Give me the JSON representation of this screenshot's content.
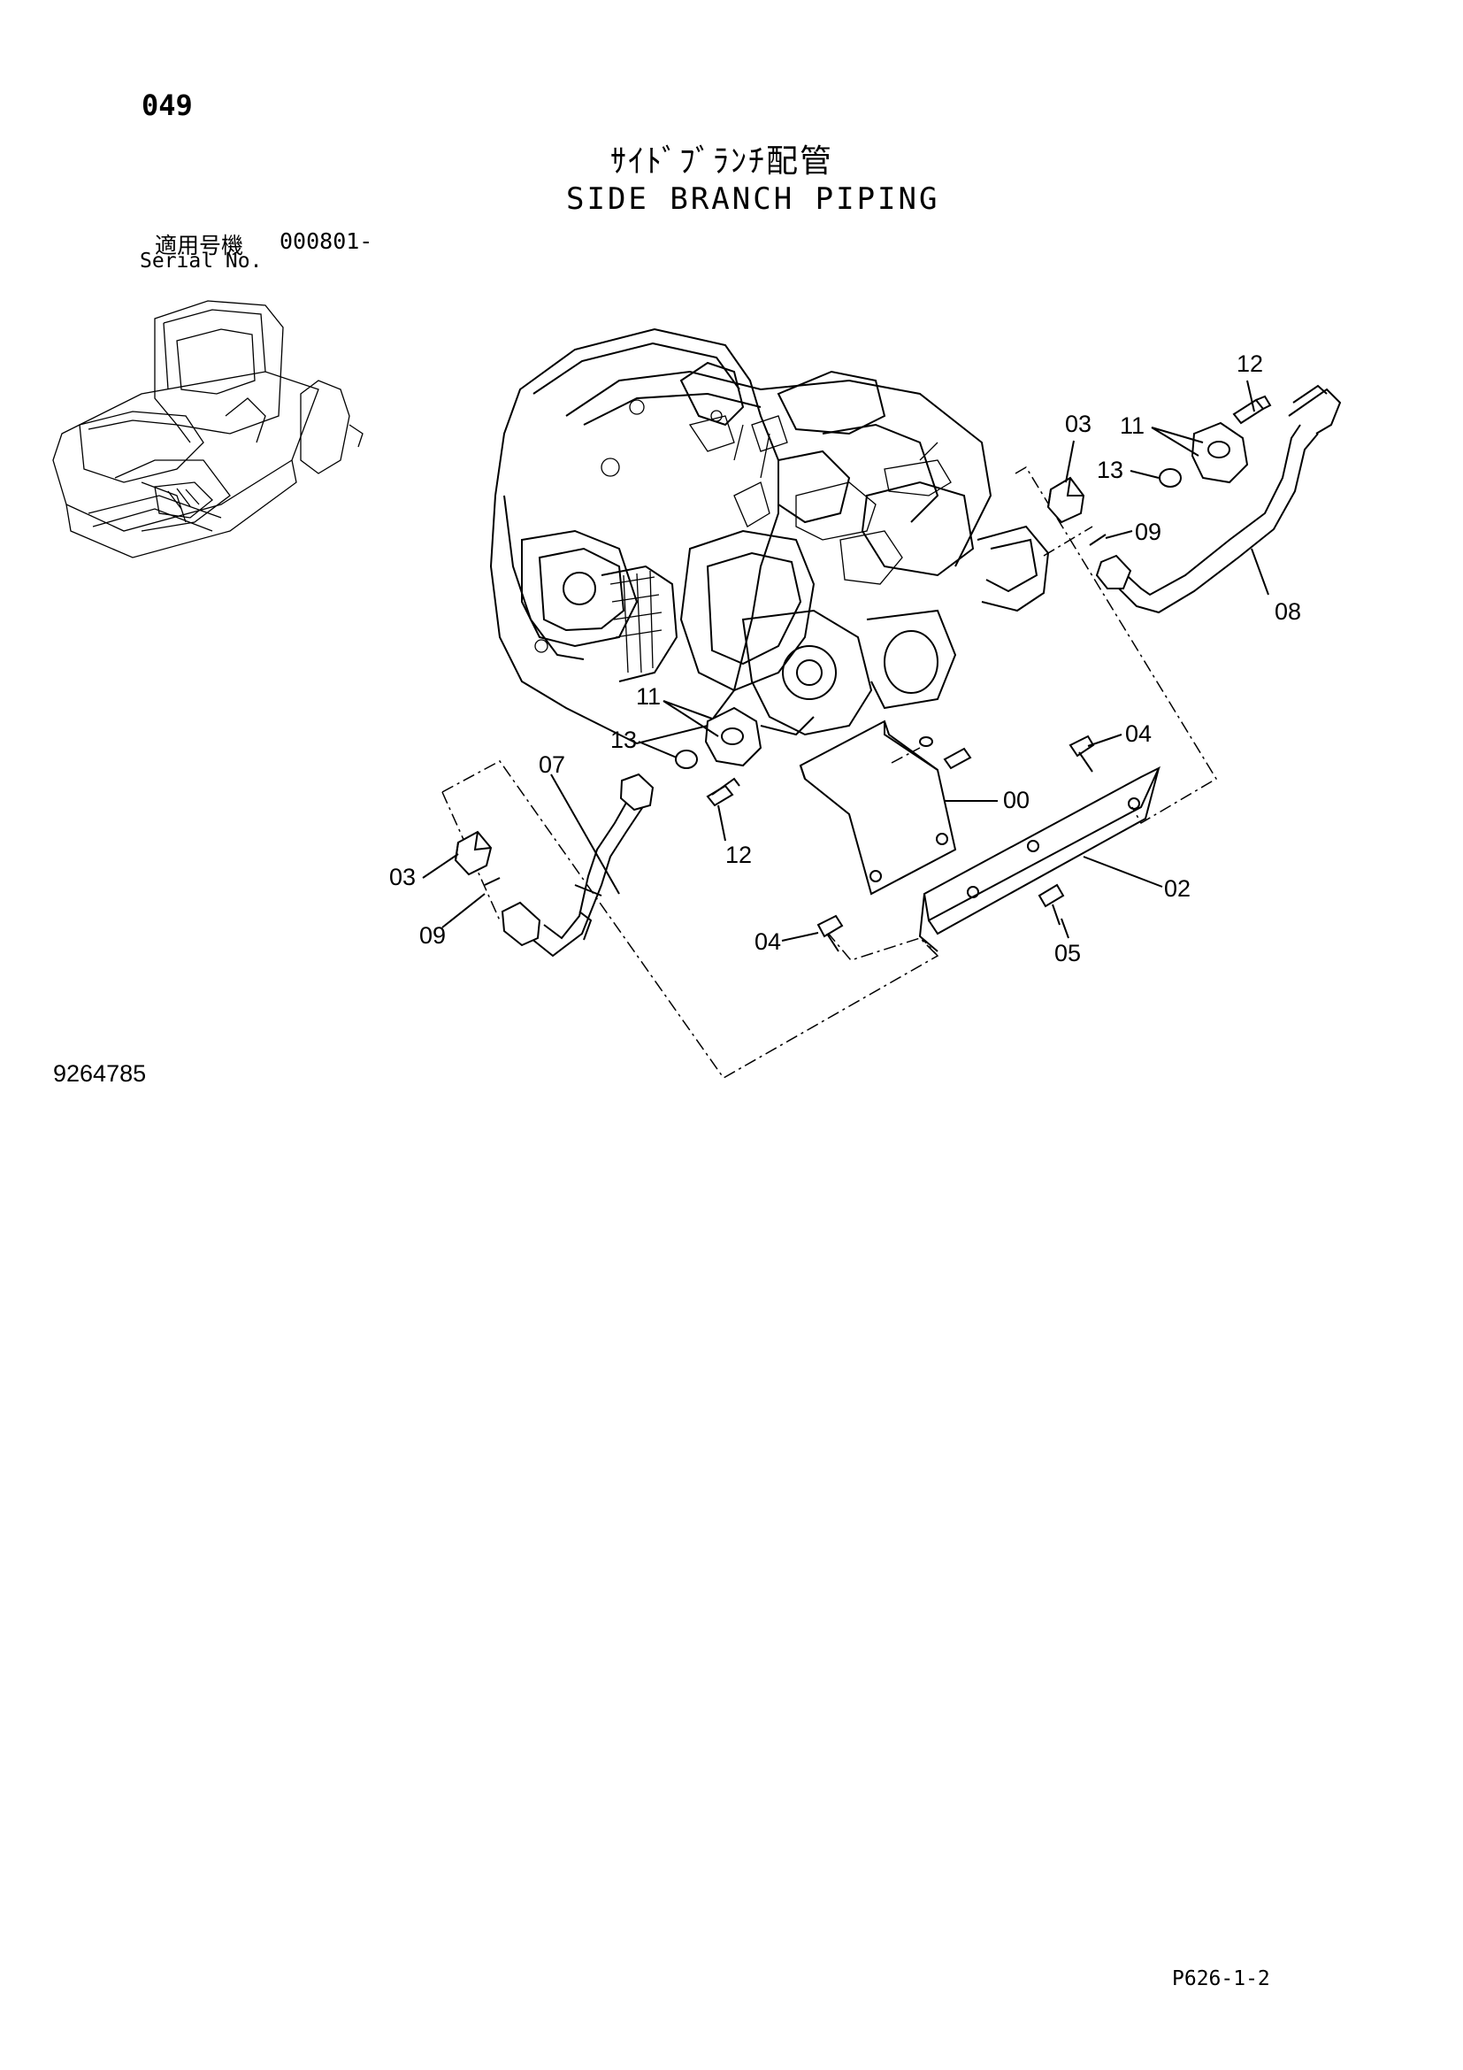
{
  "header": {
    "page_number": "049",
    "title_jp": "ｻｲﾄﾞﾌﾞﾗﾝﾁ配管",
    "title_en": "SIDE BRANCH PIPING",
    "serial_label_jp": "適用号機",
    "serial_value": "000801-",
    "serial_label_en": "Serial No."
  },
  "callouts": {
    "c12_top": "12",
    "c03_top": "03",
    "c11_top": "11",
    "c13_top": "13",
    "c09_top": "09",
    "c08": "08",
    "c11_mid": "11",
    "c13_mid": "13",
    "c07": "07",
    "c04_right": "04",
    "c00": "00",
    "c12_mid": "12",
    "c03_left": "03",
    "c02": "02",
    "c09_left": "09",
    "c04_left": "04",
    "c05": "05"
  },
  "footer": {
    "drawing_number": "9264785",
    "page_code": "P626-1-2"
  }
}
